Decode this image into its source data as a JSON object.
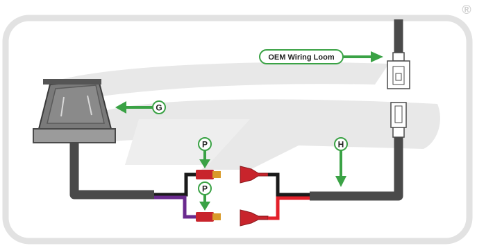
{
  "registered_mark": "®",
  "labels": {
    "oem_loom": "OEM Wiring Loom",
    "callout_g": "G",
    "callout_h": "H",
    "callout_p_top": "P",
    "callout_p_bottom": "P"
  },
  "colors": {
    "frame": "#e2e2e2",
    "watermark": "#e8e8e8",
    "cable": "#4a4a4a",
    "wire_black": "#1a1a1a",
    "wire_purple": "#6a2a8e",
    "wire_red": "#e3202a",
    "connector_red": "#c8242c",
    "pin_brass": "#d99a2a",
    "arrow_green": "#3aa245",
    "lamp_body": "#777777",
    "lamp_base": "#999999"
  },
  "icons": {
    "lamp": "license-plate-lamp-icon",
    "oem_connector": "oem-connector-icon",
    "loom_plug": "loom-plug-icon"
  }
}
